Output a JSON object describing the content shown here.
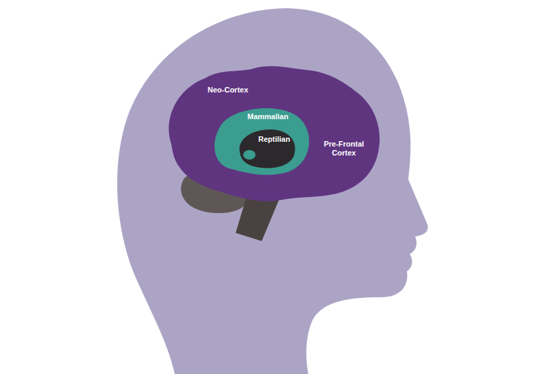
{
  "diagram": {
    "nodes": [
      {
        "text": [
          "Neo-Cortex",
          "Pre-Frontal Cortex"
        ]
      },
      {
        "text": [
          "Mammalian"
        ],
        "in": 0
      },
      {
        "text": [
          "Reptilian"
        ],
        "in": 1
      }
    ]
  }
}
